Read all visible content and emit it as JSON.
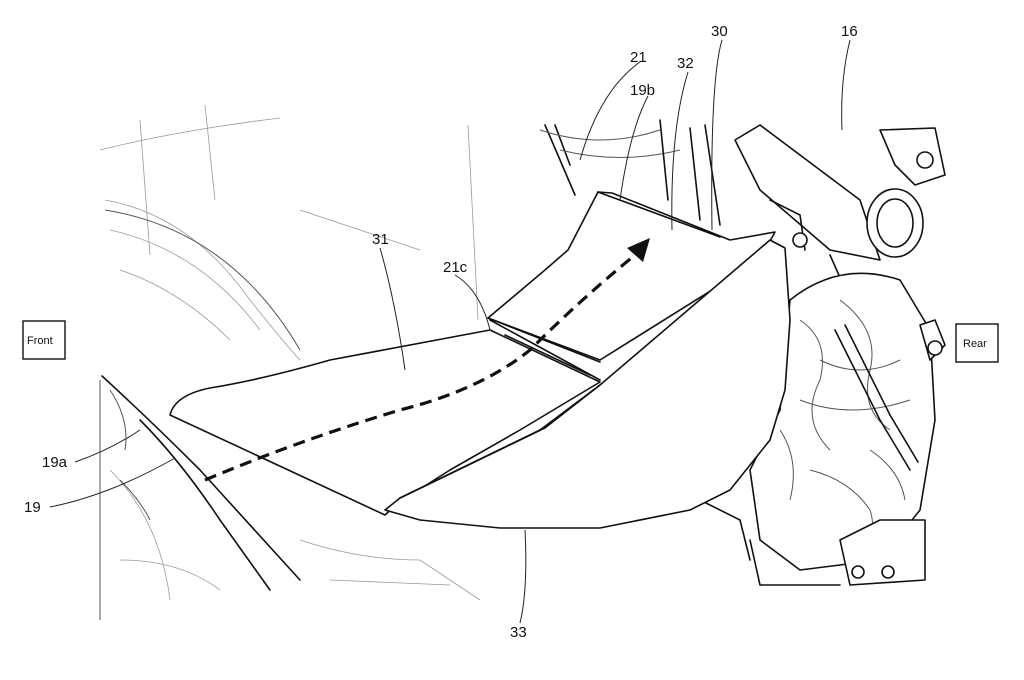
{
  "direction_labels": {
    "front": "Front",
    "rear": "Rear"
  },
  "reference_numerals": {
    "n16": "16",
    "n19": "19",
    "n19a": "19a",
    "n19b": "19b",
    "n21": "21",
    "n21c": "21c",
    "n30": "30",
    "n31": "31",
    "n32": "32",
    "n33": "33"
  },
  "components": {
    "duct_lower_panel": "31",
    "duct_upper_panel": "32",
    "duct_side_panel": "33",
    "duct_assembly": "30",
    "frame_tube": "16",
    "fairing_edge": "19",
    "fairing_front_edge": "19a",
    "fairing_upper_edge": "19b",
    "cowl": "21",
    "cowl_edge": "21c"
  },
  "airflow_arrow": "dashed flow path from front to rear through duct"
}
